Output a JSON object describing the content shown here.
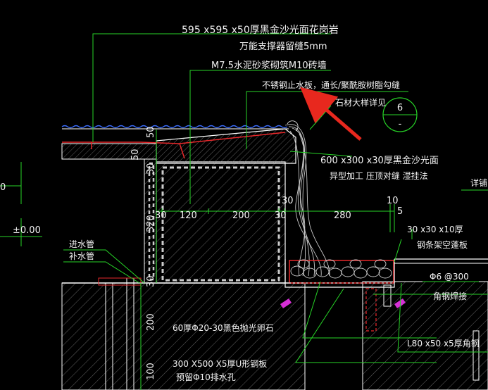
{
  "labels": {
    "granite_spec": "595 x595 x50厚黑金沙光面花岗岩",
    "support": "万能支撑器留缝5mm",
    "brick_wall": "M7.5水泥砂浆砌筑M10砖墙",
    "stainless": "不锈钢止水板，通长/聚酰胺树脂勾缝",
    "stone_detail": "石材大样详见",
    "coping_spec": "600 x300 x30厚黑金沙光面",
    "coping_note": "异型加工  压顶对缝  湿挂法",
    "inlet_pipe": "进水管",
    "refill_pipe": "补水管",
    "elevation": "±0.00",
    "steel_plate": "30 x30 x10厚",
    "grating": "钢条架空蓬板",
    "rebar": "Φ6  @300",
    "angle_weld": "角钢焊接",
    "angle_steel": "L80 x50 x5厚角钢",
    "pebble": "60厚Φ20-30黑色抛光卵石",
    "channel": "300 X500 X5厚U形钢板",
    "drain": "预留Φ10排水孔",
    "detail_ref": "详铺",
    "left_cut": "0"
  },
  "callout": {
    "num": "6",
    "sheet": "-"
  },
  "dimensions": {
    "d50a": "50",
    "d50b": "50",
    "d30a": "30",
    "d320": "320",
    "d30h": "30",
    "d120": "120",
    "d200": "200",
    "d30m": "30",
    "d30t": "30",
    "d280": "280",
    "d10": "10",
    "d5": "5",
    "d30v": "30",
    "d200v": "200",
    "d100v": "100"
  },
  "colors": {
    "leader": "#27d427",
    "wall": "#ffffff",
    "red": "#e8282b",
    "water": "#3a6cff",
    "hatch": "#8a8a8a",
    "magenta": "#d62fd6",
    "arrow": "#e8281e"
  }
}
